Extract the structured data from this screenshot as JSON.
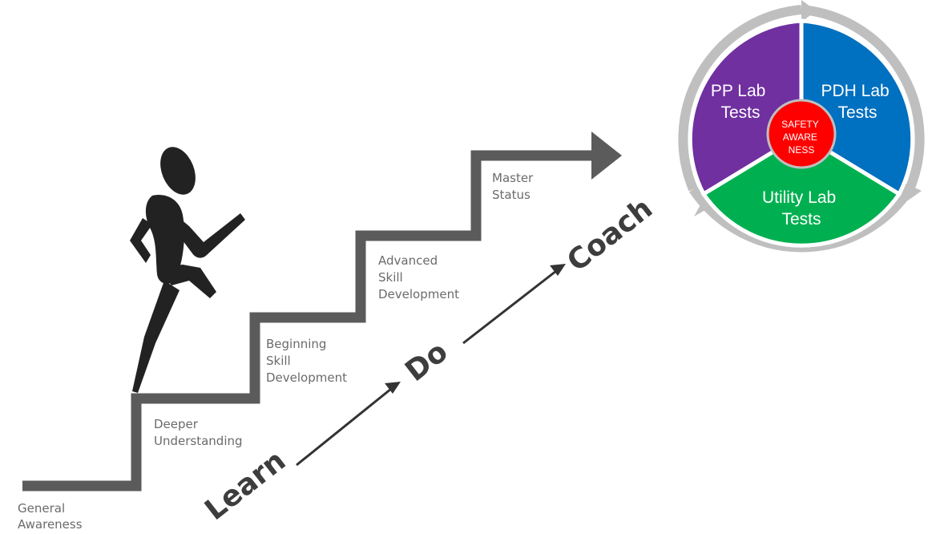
{
  "staircase": {
    "steps": [
      {
        "lines": [
          "General",
          "Awareness"
        ]
      },
      {
        "lines": [
          "Deeper",
          "Understanding"
        ]
      },
      {
        "lines": [
          "Beginning",
          "Skill",
          "Development"
        ]
      },
      {
        "lines": [
          "Advanced",
          "Skill",
          "Development"
        ]
      },
      {
        "lines": [
          "Master",
          "Status"
        ]
      }
    ]
  },
  "progression": {
    "learn": "Learn",
    "do": "Do",
    "coach": "Coach"
  },
  "cycle": {
    "segments": [
      {
        "lines": [
          "PP Lab",
          "Tests"
        ],
        "color": "#7030a0"
      },
      {
        "lines": [
          "PDH Lab",
          "Tests"
        ],
        "color": "#0070c0"
      },
      {
        "lines": [
          "Utility Lab",
          "Tests"
        ],
        "color": "#00b050"
      }
    ],
    "hub": {
      "lines": [
        "SAFETY",
        "AWARE",
        "NESS"
      ],
      "color": "#ff0000"
    },
    "ring_color": "#bfbfbf"
  }
}
